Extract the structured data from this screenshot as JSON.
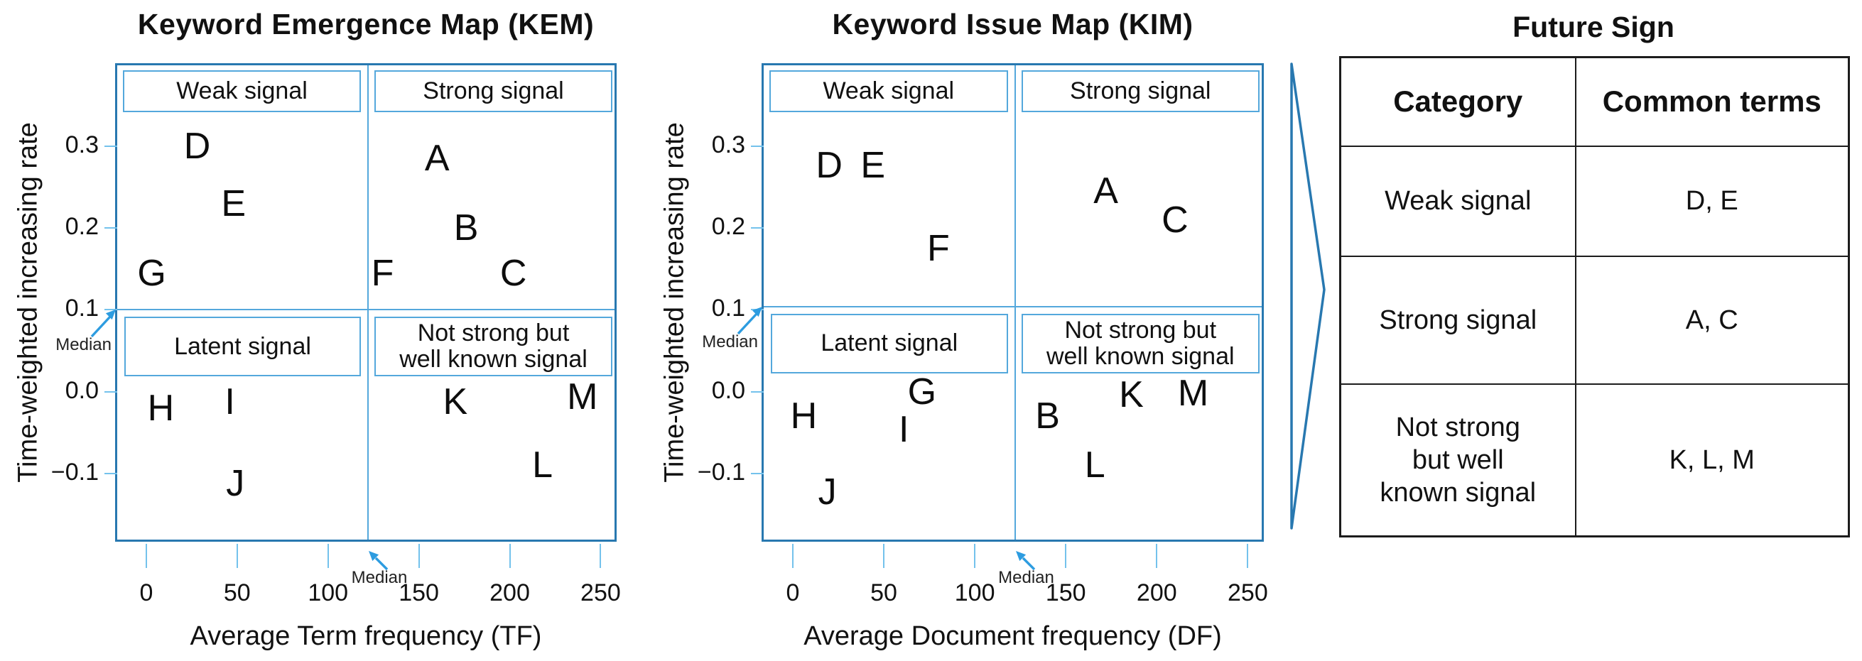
{
  "colors": {
    "frame": "#2878b0",
    "lightblue": "#54a8dc",
    "tick": "#74c2ec",
    "arrow": "#2d9ce0",
    "text": "#111111"
  },
  "chart_data": [
    {
      "type": "scatter",
      "id": "kem",
      "title": "Keyword Emergence Map (KEM)",
      "xlabel": "Average Term frequency (TF)",
      "ylabel": "Time-weighted increasing rate",
      "xlim": [
        -16,
        260
      ],
      "ylim": [
        -0.186,
        0.399
      ],
      "xticks": [
        0,
        50,
        100,
        150,
        200,
        250
      ],
      "yticks": [
        0.3,
        0.2,
        0.1,
        0.0,
        -0.1
      ],
      "ytick_labels": [
        "0.3",
        "0.2",
        "0.1",
        "0.0",
        "−0.1"
      ],
      "grid": false,
      "median_x": 122,
      "median_y": 0.1,
      "median_label": "Median",
      "quadrant_labels": {
        "top_left": "Weak signal",
        "top_right": "Strong signal",
        "bottom_left": "Latent signal",
        "bottom_right": "Not strong but\nwell known signal"
      },
      "points": [
        {
          "label": "A",
          "x": 160,
          "y": 0.285
        },
        {
          "label": "B",
          "x": 176,
          "y": 0.2
        },
        {
          "label": "C",
          "x": 202,
          "y": 0.145
        },
        {
          "label": "D",
          "x": 28,
          "y": 0.3
        },
        {
          "label": "E",
          "x": 48,
          "y": 0.23
        },
        {
          "label": "F",
          "x": 130,
          "y": 0.145
        },
        {
          "label": "G",
          "x": 3,
          "y": 0.145
        },
        {
          "label": "H",
          "x": 8,
          "y": -0.02
        },
        {
          "label": "I",
          "x": 46,
          "y": -0.012
        },
        {
          "label": "J",
          "x": 49,
          "y": -0.112
        },
        {
          "label": "K",
          "x": 170,
          "y": -0.012
        },
        {
          "label": "L",
          "x": 218,
          "y": -0.09
        },
        {
          "label": "M",
          "x": 240,
          "y": -0.006
        }
      ]
    },
    {
      "type": "scatter",
      "id": "kim",
      "title": "Keyword Issue Map (KIM)",
      "xlabel": "Average Document frequency (DF)",
      "ylabel": "Time-weighted increasing rate",
      "xlim": [
        -16,
        260
      ],
      "ylim": [
        -0.186,
        0.399
      ],
      "xticks": [
        0,
        50,
        100,
        150,
        200,
        250
      ],
      "yticks": [
        0.3,
        0.2,
        0.1,
        0.0,
        -0.1
      ],
      "ytick_labels": [
        "0.3",
        "0.2",
        "0.1",
        "0.0",
        "−0.1"
      ],
      "grid": false,
      "median_x": 122,
      "median_y": 0.104,
      "median_label": "Median",
      "quadrant_labels": {
        "top_left": "Weak signal",
        "top_right": "Strong signal",
        "bottom_left": "Latent signal",
        "bottom_right": "Not strong but\nwell known signal"
      },
      "points": [
        {
          "label": "A",
          "x": 172,
          "y": 0.245
        },
        {
          "label": "B",
          "x": 140,
          "y": -0.03
        },
        {
          "label": "C",
          "x": 210,
          "y": 0.21
        },
        {
          "label": "D",
          "x": 20,
          "y": 0.277
        },
        {
          "label": "E",
          "x": 44,
          "y": 0.277
        },
        {
          "label": "F",
          "x": 80,
          "y": 0.175
        },
        {
          "label": "G",
          "x": 71,
          "y": 0.0
        },
        {
          "label": "H",
          "x": 6,
          "y": -0.03
        },
        {
          "label": "I",
          "x": 61,
          "y": -0.046
        },
        {
          "label": "J",
          "x": 19,
          "y": -0.123
        },
        {
          "label": "K",
          "x": 186,
          "y": -0.004
        },
        {
          "label": "L",
          "x": 166,
          "y": -0.09
        },
        {
          "label": "M",
          "x": 220,
          "y": -0.002
        }
      ]
    },
    {
      "type": "table",
      "id": "future-sign",
      "title": "Future Sign",
      "columns": [
        "Category",
        "Common terms"
      ],
      "rows": [
        {
          "category": "Weak signal",
          "terms": "D, E"
        },
        {
          "category": "Strong signal",
          "terms": "A, C"
        },
        {
          "category": "Not strong\nbut well\nknown signal",
          "terms": "K, L, M"
        }
      ]
    }
  ]
}
